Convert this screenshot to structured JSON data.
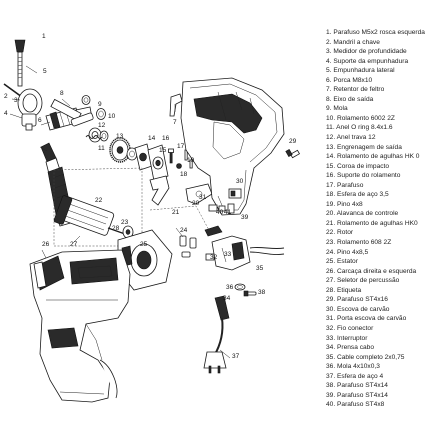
{
  "callouts": [
    "1",
    "2",
    "3",
    "4",
    "5",
    "6",
    "7",
    "8",
    "9",
    "10",
    "11",
    "12",
    "13",
    "14",
    "15",
    "16",
    "17",
    "18",
    "19",
    "20",
    "21",
    "22",
    "23",
    "24",
    "25",
    "26",
    "27",
    "28",
    "29",
    "30",
    "31",
    "32",
    "33",
    "34",
    "35",
    "36",
    "37",
    "38",
    "39",
    "40",
    "41"
  ],
  "legend": [
    "1. Parafuso M5x2 rosca esquerda",
    "2. Mandril a chave",
    "3. Medidor de profundidade",
    "4. Suporte da empunhadura",
    "5. Empunhadura lateral",
    "6. Porca M8x10",
    "7. Retentor de feltro",
    "8. Eixo de saída",
    "9. Mola",
    "10. Rolamento 6002 2Z",
    "11. Anel O ring 8.4x1.6",
    "12. Anel trava 12",
    "13. Engrenagem de saída",
    "14. Rolamento de agulhas HK 0",
    "15. Coroa de impacto",
    "16. Suporte do rolamento",
    "17. Parafuso",
    "18. Esfera de aço 3,5",
    "19. Pino 4x8",
    "20. Alavanca de controle",
    "21. Rolamento de agulhas HK0",
    "22. Rotor",
    "23. Rolamento 608 2Z",
    "24. Pino 4x8,5",
    "25. Estator",
    "26. Carcaça direita e esquerda",
    "27. Seletor de percussão",
    "28. Etiqueta",
    "29. Parafuso ST4x16",
    "30. Escova de carvão",
    "31. Porta escova de carvão",
    "32. Fio conector",
    "33. Interruptor",
    "34. Prensa cabo",
    "35. Cable completo 2x0,75",
    "36. Mola 4x10x0,3",
    "37. Esfera de aço 4",
    "38. Parafuso ST4x14",
    "39. Parafuso ST4x14",
    "40. Parafuso ST4x8"
  ]
}
